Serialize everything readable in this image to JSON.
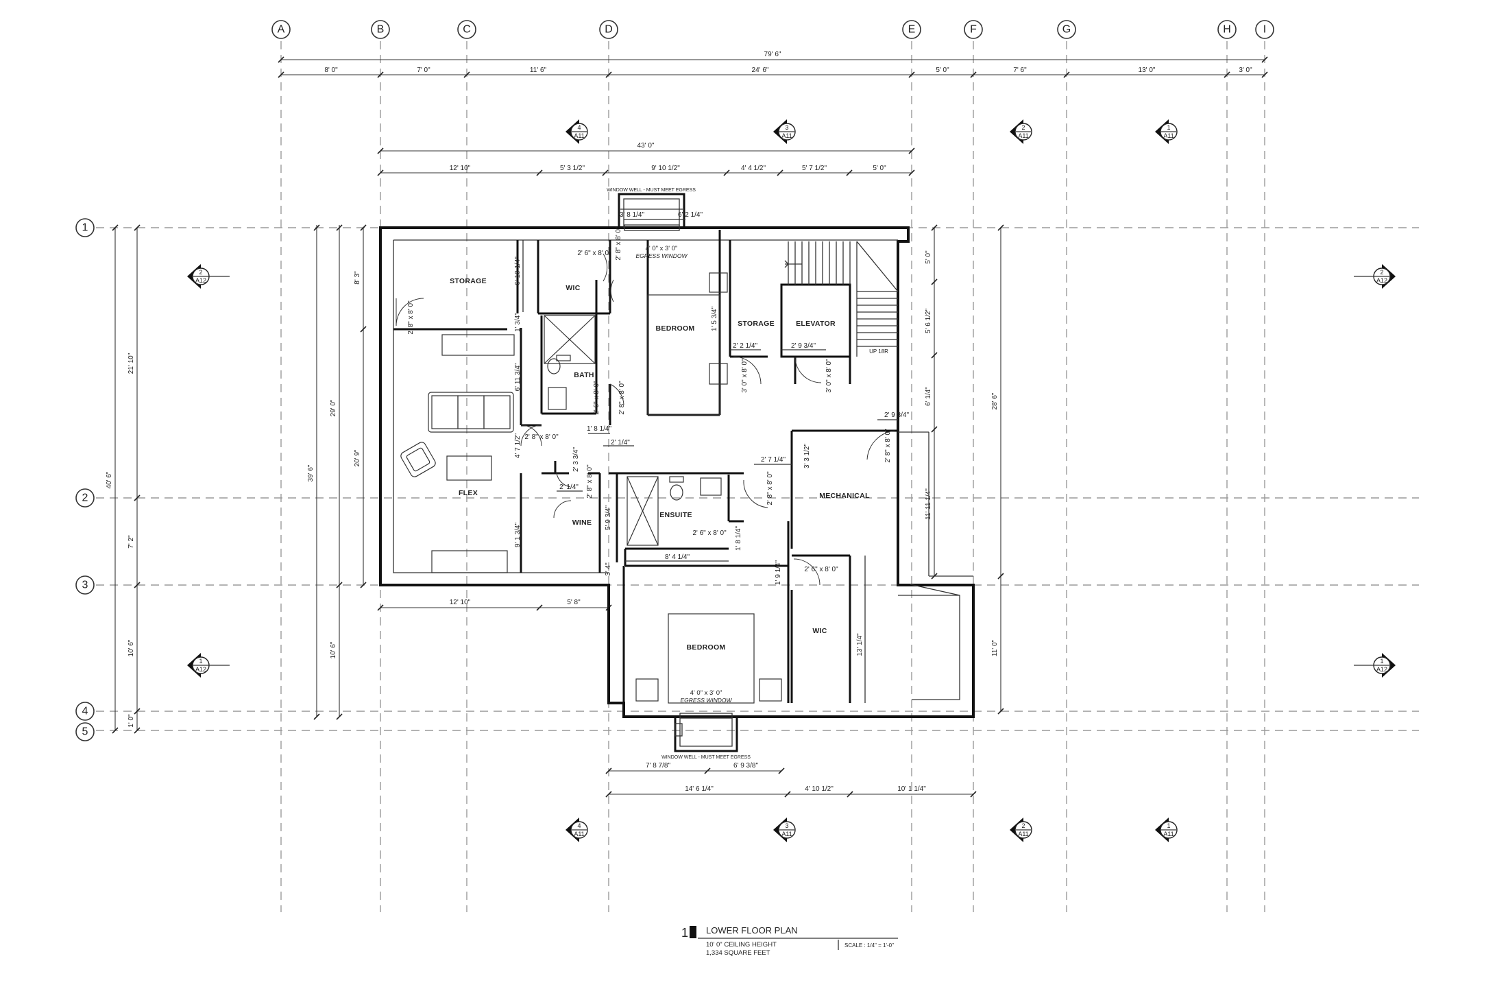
{
  "drawing": {
    "grid_columns": [
      "A",
      "B",
      "C",
      "D",
      "E",
      "F",
      "G",
      "H",
      "I"
    ],
    "grid_rows": [
      "1",
      "2",
      "3",
      "4",
      "5"
    ],
    "top_overall_dim": "79' 6\"",
    "top_grid_dims": [
      "8' 0\"",
      "7' 0\"",
      "11' 6\"",
      "24' 6\"",
      "5' 0\"",
      "7' 6\"",
      "13' 0\"",
      "3' 0\""
    ],
    "building_overall_dim": "43' 0\"",
    "building_top_dims": [
      "12' 10\"",
      "5' 3 1/2\"",
      "9' 10 1/2\"",
      "4' 4 1/2\"",
      "5' 7 1/2\"",
      "5' 0\""
    ],
    "left_dims": {
      "outer_total": "40' 6\"",
      "outer": [
        "21' 10\"",
        "7' 2\"",
        "10' 6\"",
        "1' 0\""
      ],
      "mid_total": "39' 6\"",
      "inner": [
        "29' 0\"",
        "10' 6\""
      ],
      "inner_sub": [
        "8' 3\"",
        "20' 9\""
      ]
    },
    "right_dims": {
      "total": "28' 6\"",
      "segments": [
        "5' 0\"",
        "5' 6 1/2\"",
        "6' 1/4\"",
        "11' 11 1/4\""
      ],
      "lower": "11' 0\""
    },
    "bottom_dims": {
      "row1": [
        "12' 10\"",
        "5' 8\""
      ],
      "row2": [
        "7' 8 7/8\"",
        "6' 9 3/8\""
      ],
      "row3": [
        "14' 6 1/4\"",
        "4' 10 1/2\"",
        "10' 1 1/4\""
      ]
    },
    "rooms": {
      "storage": "STORAGE",
      "wic_upper": "WIC",
      "bedroom_upper": "BEDROOM",
      "storage_small": "STORAGE",
      "elevator": "ELEVATOR",
      "bath": "BATH",
      "flex": "FLEX",
      "wine": "WINE",
      "ensuite": "ENSUITE",
      "mechanical": "MECHANICAL",
      "bedroom_lower": "BEDROOM",
      "wic_lower": "WIC"
    },
    "notes": {
      "window_well_top": "WINDOW WELL - MUST MEET EGRESS",
      "window_well_bottom": "WINDOW WELL - MUST MEET EGRESS",
      "egress_size_top": "4' 0\" x 3' 0\"",
      "egress_label_top": "EGRESS WINDOW",
      "egress_size_bottom": "4' 0\" x 3' 0\"",
      "egress_label_bottom": "EGRESS WINDOW",
      "stair": "UP 18R"
    },
    "interior_dims": {
      "well_left": "3' 8 1/4\"",
      "well_right": "6' 2 1/4\"",
      "storage_h1": "6' 10 1/4\"",
      "storage_h2": "1' 3/4\"",
      "storage_h3": "6' 11 3/4\"",
      "flex_h1": "4' 7 1/2\"",
      "flex_h2": "9' 1 3/4\"",
      "bath_w": "1' 8 1/4\"",
      "bath_w2": "2' 1/4\"",
      "wine_w": "2' 1/4\"",
      "wine_h": "2' 3 3/4\"",
      "wine_h2": "5' 9 3/4\"",
      "wine_h3": "3' 4\"",
      "bed_closet": "1' 5 3/4\"",
      "st_w": "2' 2 1/4\"",
      "el_w": "2' 9 3/4\"",
      "mech_w": "2' 9 3/4\"",
      "mech_h": "3' 3 1/2\"",
      "ens_w": "2' 7 1/4\"",
      "ens_w2": "8' 4 1/4\"",
      "ens_h": "1' 8 1/4\"",
      "wic_h": "1' 9 1/4\"",
      "wic_h2": "13' 1/4\""
    },
    "doors": {
      "d_storage": "2' 8\" x 8' 0\"",
      "d_wic": "2' 6\" x 8' 0\"",
      "d_wic2": "2' 8\" x 8' 0\"",
      "d_bath": "2' 6\" x 8' 0\"",
      "d_bed": "2' 8\" x 8' 0\"",
      "d_flex": "2' 8\" x 8' 0\"",
      "d_wine": "2' 8\" x 8' 0\"",
      "d_storage_small": "3' 0\" x 8' 0\"",
      "d_elev": "3' 0\" x 8' 0\"",
      "d_mech": "2' 8\" x 8' 0\"",
      "d_ens": "2' 8\" x 8' 0\"",
      "d_ens2": "2' 6\" x 8' 0\"",
      "d_wic_lower": "2' 6\" x 8' 0\""
    },
    "section_marks": [
      {
        "num": "4",
        "sheet": "A11"
      },
      {
        "num": "3",
        "sheet": "A11"
      },
      {
        "num": "2",
        "sheet": "A11"
      },
      {
        "num": "1",
        "sheet": "A11"
      },
      {
        "num": "2",
        "sheet": "A12"
      },
      {
        "num": "1",
        "sheet": "A12"
      }
    ],
    "title_block": {
      "number": "1",
      "title": "LOWER FLOOR PLAN",
      "ceiling": "10' 0\" CEILING HEIGHT",
      "area": "1,334 SQUARE FEET",
      "scale": "SCALE : 1/4\" = 1'-0\""
    }
  }
}
